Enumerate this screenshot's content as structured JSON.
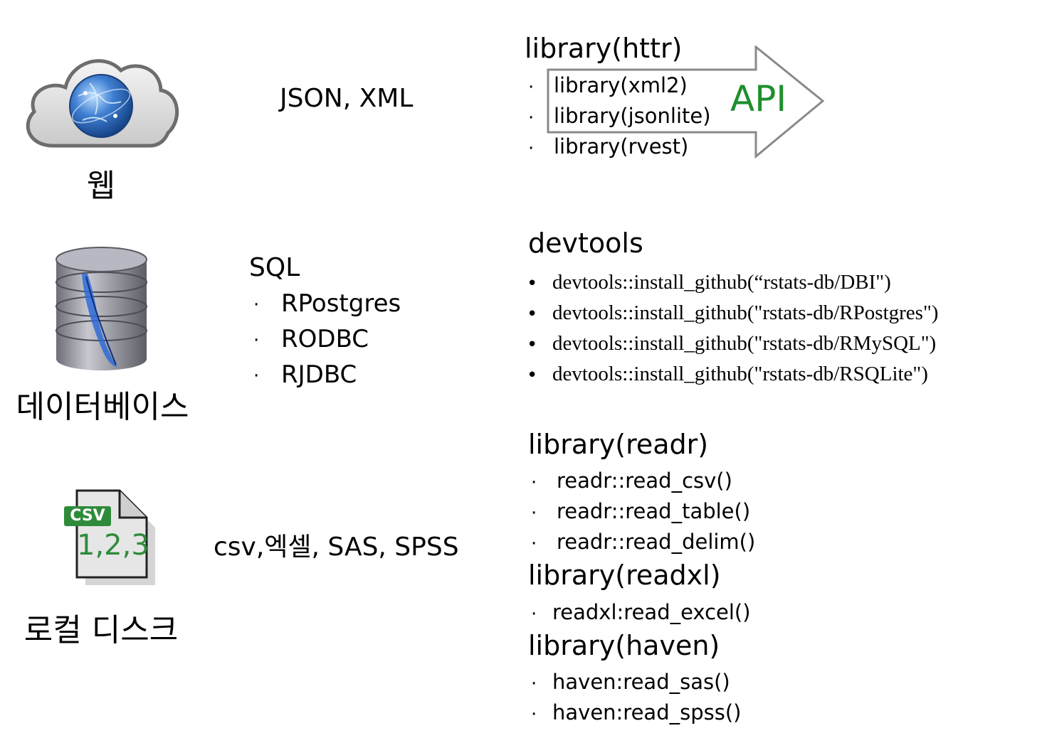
{
  "sources": [
    {
      "label": "웹",
      "icon": "web-cloud-globe-icon"
    },
    {
      "label": "데이터베이스",
      "icon": "database-icon"
    },
    {
      "label": "로컬 디스크",
      "icon": "csv-file-icon",
      "file_tag": "CSV",
      "file_text": "1,2,3"
    }
  ],
  "formats": {
    "web": "JSON, XML",
    "db_title": "SQL",
    "db_items": [
      "RPostgres",
      "RODBC",
      "RJDBC"
    ],
    "local": "csv,엑셀, SAS, SPSS"
  },
  "web_packages": {
    "title": "library(httr)",
    "items": [
      "library(xml2)",
      "library(jsonlite)",
      "library(rvest)"
    ],
    "arrow_label": "API"
  },
  "db_packages": {
    "title": "devtools",
    "items": [
      "devtools::install_github(“rstats-db/DBI\")",
      "devtools::install_github(\"rstats-db/RPostgres\")",
      "devtools::install_github(\"rstats-db/RMySQL\")",
      "devtools::install_github(\"rstats-db/RSQLite\")"
    ]
  },
  "local_packages": [
    {
      "title": "library(readr)",
      "items": [
        "readr::read_csv()",
        "readr::read_table()",
        "readr::read_delim()"
      ]
    },
    {
      "title": "library(readxl)",
      "items": [
        "readxl:read_excel()"
      ]
    },
    {
      "title": "library(haven)",
      "items": [
        "haven:read_sas()",
        "haven:read_spss()"
      ]
    }
  ],
  "colors": {
    "api_green": "#1e8f2e",
    "globe_blue": "#2a5fb0",
    "file_tag_green": "#2e8b3a",
    "db_grey": "#8a8a96"
  }
}
